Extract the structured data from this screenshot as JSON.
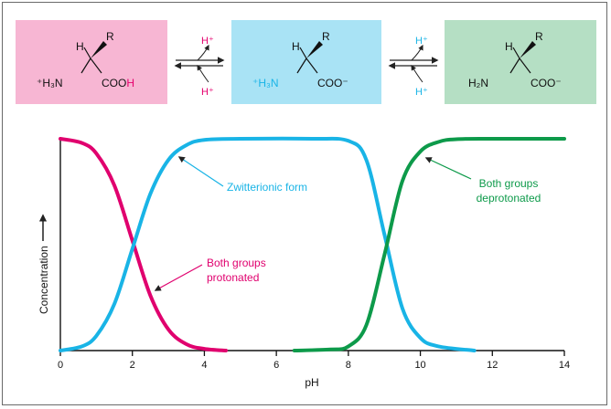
{
  "equilibrium": {
    "box_colors": {
      "protonated": "#f7b6d3",
      "zwitterion": "#a9e3f5",
      "deprotonated": "#b5dfc4"
    },
    "substituent": "R",
    "hydrogen": "H",
    "proton": "H⁺",
    "amino_protonated": "⁺H₃N",
    "amino_neutral": "H₂N",
    "carboxyl_acid": "COO",
    "carboxyl_acid_h": "H",
    "carboxylate": "COO⁻",
    "proton_colors": {
      "first": "#e5006e",
      "second": "#19b4e6"
    }
  },
  "chart_data": {
    "type": "line",
    "xlabel": "pH",
    "ylabel": "Concentration",
    "xlim": [
      0,
      14
    ],
    "x_ticks": [
      "0",
      "2",
      "4",
      "6",
      "8",
      "10",
      "12",
      "14"
    ],
    "ylim": [
      0,
      1
    ],
    "series": [
      {
        "key": "protonated",
        "color": "#e0006e",
        "points": [
          [
            0,
            1.0
          ],
          [
            0.6,
            0.98
          ],
          [
            1.0,
            0.93
          ],
          [
            1.5,
            0.78
          ],
          [
            2.0,
            0.52
          ],
          [
            2.5,
            0.26
          ],
          [
            3.0,
            0.1
          ],
          [
            3.5,
            0.03
          ],
          [
            4.0,
            0.008
          ],
          [
            4.6,
            0.0
          ]
        ]
      },
      {
        "key": "zwitterion",
        "color": "#19b4e6",
        "points": [
          [
            0,
            0.0
          ],
          [
            0.6,
            0.02
          ],
          [
            1.0,
            0.07
          ],
          [
            1.5,
            0.22
          ],
          [
            2.0,
            0.48
          ],
          [
            2.5,
            0.74
          ],
          [
            3.0,
            0.9
          ],
          [
            3.5,
            0.97
          ],
          [
            4.0,
            0.995
          ],
          [
            5.0,
            1.0
          ],
          [
            7.0,
            1.0
          ],
          [
            8.0,
            0.99
          ],
          [
            8.5,
            0.9
          ],
          [
            9.0,
            0.55
          ],
          [
            9.5,
            0.2
          ],
          [
            10.0,
            0.06
          ],
          [
            10.5,
            0.02
          ],
          [
            11.5,
            0.0
          ]
        ]
      },
      {
        "key": "deprotonated",
        "color": "#0d9a4a",
        "points": [
          [
            6.5,
            0.0
          ],
          [
            7.5,
            0.005
          ],
          [
            8.0,
            0.02
          ],
          [
            8.5,
            0.12
          ],
          [
            9.0,
            0.45
          ],
          [
            9.5,
            0.8
          ],
          [
            10.0,
            0.94
          ],
          [
            10.5,
            0.985
          ],
          [
            11.0,
            0.998
          ],
          [
            12.0,
            1.0
          ],
          [
            14.0,
            1.0
          ]
        ]
      }
    ],
    "annotations": [
      {
        "key": "zwitterion",
        "lines": [
          "Zwitterionic form"
        ]
      },
      {
        "key": "deprotonated",
        "lines": [
          "Both groups",
          "deprotonated"
        ]
      },
      {
        "key": "protonated",
        "lines": [
          "Both groups",
          "protonated"
        ]
      }
    ]
  }
}
